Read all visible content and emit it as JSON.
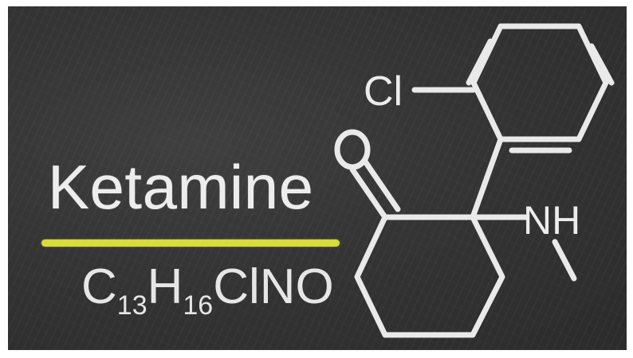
{
  "board": {
    "title": "Ketamine",
    "underline_color": "#d7dc3a",
    "formula": {
      "parts": [
        {
          "text": "C",
          "sub": "13"
        },
        {
          "text": "H",
          "sub": "16"
        },
        {
          "text": "ClNO",
          "sub": ""
        }
      ]
    }
  },
  "molecule": {
    "atoms": {
      "chlorine": "Cl",
      "oxygen": "O",
      "amine": "NH"
    }
  }
}
